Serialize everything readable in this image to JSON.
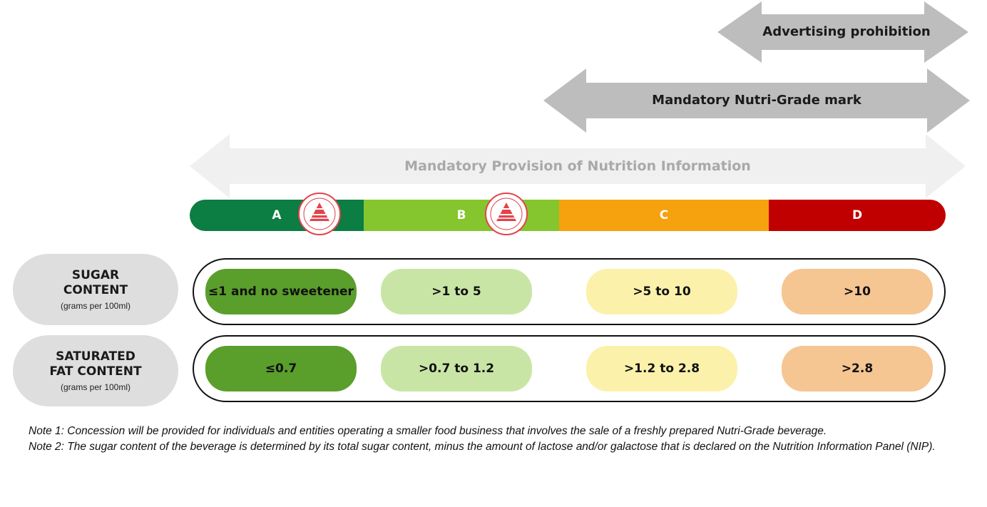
{
  "arrows": {
    "advertising": "Advertising prohibition",
    "nutri_grade_mark": "Mandatory Nutri-Grade mark",
    "nutrition_info": "Mandatory Provision of Nutrition Information"
  },
  "grades": [
    {
      "label": "A",
      "color": "#0c7d43"
    },
    {
      "label": "B",
      "color": "#85c52e"
    },
    {
      "label": "C",
      "color": "#f6a10e"
    },
    {
      "label": "D",
      "color": "#c00000"
    }
  ],
  "seal_icon": "healthier-choice-symbol",
  "rows": {
    "sugar": {
      "title": "SUGAR CONTENT",
      "subtitle": "(grams per 100ml)",
      "values": [
        "≤1 and no sweetener",
        ">1 to 5",
        ">5 to 10",
        ">10"
      ]
    },
    "fat": {
      "title": "SATURATED FAT CONTENT",
      "subtitle": "(grams per 100ml)",
      "values": [
        "≤0.7",
        ">0.7 to 1.2",
        ">1.2 to 2.8",
        ">2.8"
      ]
    }
  },
  "pill_colors": [
    "#5a9e2b",
    "#c9e5a6",
    "#fbf1ab",
    "#f5c592"
  ],
  "notes": {
    "note1": "Note 1: Concession will be provided for individuals and entities operating a smaller food business that involves the sale of a freshly prepared Nutri-Grade beverage.",
    "note2": "Note 2: The sugar content of the beverage is determined by its total sugar content, minus the amount of lactose and/or galactose that is declared on the Nutrition Information Panel (NIP)."
  }
}
